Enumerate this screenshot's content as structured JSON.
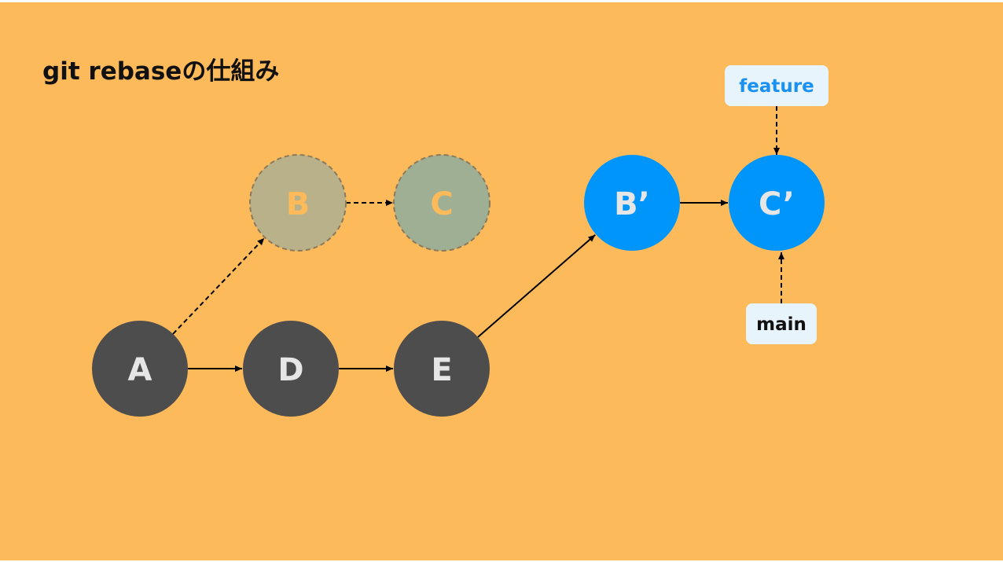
{
  "title": "git rebaseの仕組み",
  "nodes": [
    {
      "id": "A",
      "label": "A",
      "style": "commit"
    },
    {
      "id": "D",
      "label": "D",
      "style": "commit"
    },
    {
      "id": "E",
      "label": "E",
      "style": "commit"
    },
    {
      "id": "B",
      "label": "B",
      "style": "old"
    },
    {
      "id": "C",
      "label": "C",
      "style": "old"
    },
    {
      "id": "B2",
      "label": "B’",
      "style": "rebased"
    },
    {
      "id": "C2",
      "label": "C’",
      "style": "rebased"
    }
  ],
  "edges": [
    {
      "from": "A",
      "to": "B",
      "dashed": true
    },
    {
      "from": "B",
      "to": "C",
      "dashed": true
    },
    {
      "from": "A",
      "to": "D",
      "dashed": false
    },
    {
      "from": "D",
      "to": "E",
      "dashed": false
    },
    {
      "from": "E",
      "to": "B2",
      "dashed": false
    },
    {
      "from": "B2",
      "to": "C2",
      "dashed": false
    }
  ],
  "refs": [
    {
      "id": "feature",
      "label": "feature",
      "points_to": "C2"
    },
    {
      "id": "main",
      "label": "main",
      "points_to": "C2"
    }
  ],
  "colors": {
    "background": "#FDBA5A",
    "commit": "#4D4D4D",
    "commit_text": "#E6E6E6",
    "old_fill": "#ADB38A",
    "old_stroke": "#8A7A5A",
    "rebased": "#0095FA",
    "rebased_text": "#E6E6E6",
    "feature_text": "#1A90F0",
    "main_text": "#111111",
    "label_bg": "#E8F4FC"
  }
}
